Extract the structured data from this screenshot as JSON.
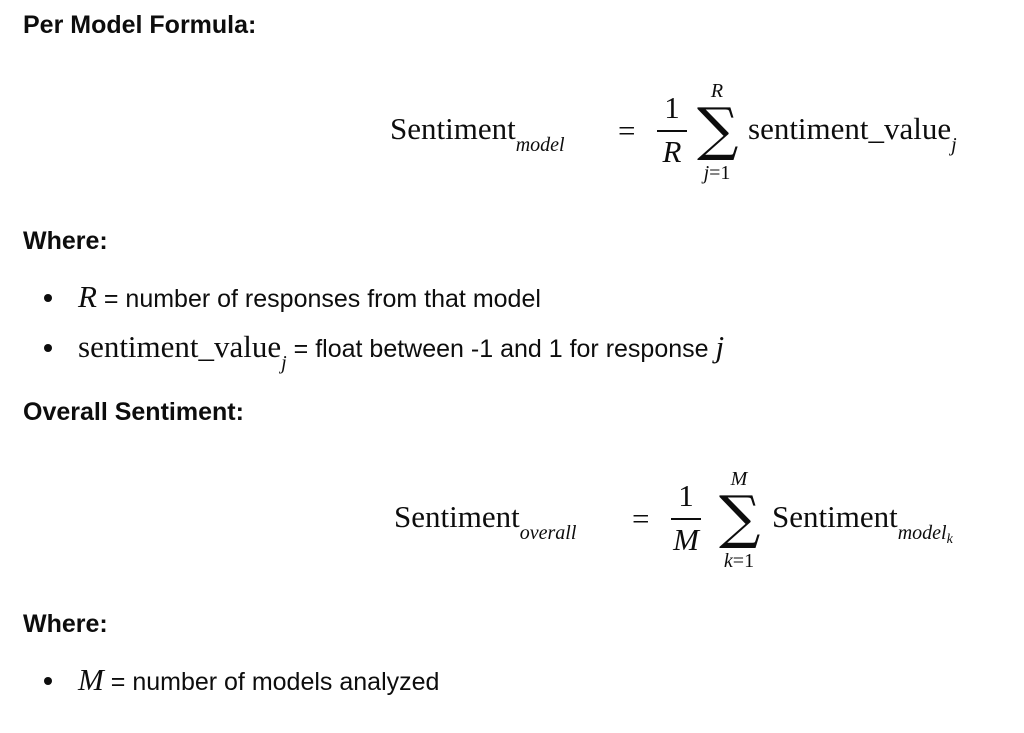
{
  "sections": {
    "per_model_heading": "Per Model Formula:",
    "where_1_heading": "Where:",
    "overall_heading": "Overall Sentiment:",
    "where_2_heading": "Where:"
  },
  "formula_model": {
    "lhs": "Sentiment",
    "lhs_sub": "model",
    "equals": "=",
    "frac_num": "1",
    "frac_den": "R",
    "sum_upper": "R",
    "sum_lower_var": "j",
    "sum_lower_op": "=",
    "sum_lower_val": "1",
    "term": "sentiment_value",
    "term_sub": "j"
  },
  "bullets_1": [
    {
      "var": "R",
      "text": " = number of responses from that model"
    },
    {
      "var": "sentiment_value",
      "var_sub": "j",
      "text": " = float between -1 and 1 for response ",
      "trail_var": "j"
    }
  ],
  "formula_overall": {
    "lhs": "Sentiment",
    "lhs_sub": "overall",
    "equals": "=",
    "frac_num": "1",
    "frac_den": "M",
    "sum_upper": "M",
    "sum_lower_var": "k",
    "sum_lower_op": "=",
    "sum_lower_val": "1",
    "term": "Sentiment",
    "term_sub": "model",
    "term_sub_sub": "k"
  },
  "bullets_2": [
    {
      "var": "M",
      "text": " = number of models analyzed"
    }
  ]
}
